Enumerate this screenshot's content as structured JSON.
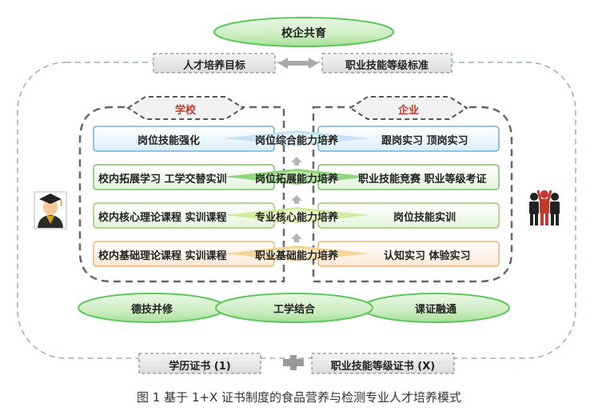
{
  "top": {
    "label": "校企共育"
  },
  "targets": {
    "left": "人才培养目标",
    "right": "职业技能等级标准"
  },
  "school": {
    "title": "学校"
  },
  "enterprise": {
    "title": "企业"
  },
  "rows": [
    {
      "left": "岗位技能强化",
      "center": "岗位综合能力培养",
      "right": "跟岗实习  顶岗实习",
      "color": "#6fb3d9"
    },
    {
      "left": "校内拓展学习  工学交替实训",
      "center": "岗位拓展能力培养",
      "right": "职业技能竞赛  职业等级考证",
      "color": "#7ac36b"
    },
    {
      "left": "校内核心理论课程  实训课程",
      "center": "专业核心能力培养",
      "right": "岗位技能实训",
      "color": "#9bcc6b"
    },
    {
      "left": "校内基础理论课程  实训课程",
      "center": "职业基础能力培养",
      "right": "认知实习  体验实习",
      "color": "#f0b46e"
    }
  ],
  "bottom": {
    "left": "德技并修",
    "center": "工学结合",
    "right": "课证融通"
  },
  "certs": {
    "left": "学历证书 (1)",
    "right": "职业技能等级证书 (X)"
  },
  "caption": "图 1  基于 1+X 证书制度的食品营养与检测专业人才培养模式",
  "colors": {
    "green_accent": "#5cc85c",
    "school_title": "#c0392b"
  },
  "icons": {
    "student": "graduate-student-icon",
    "enterprise": "business-people-icon"
  }
}
